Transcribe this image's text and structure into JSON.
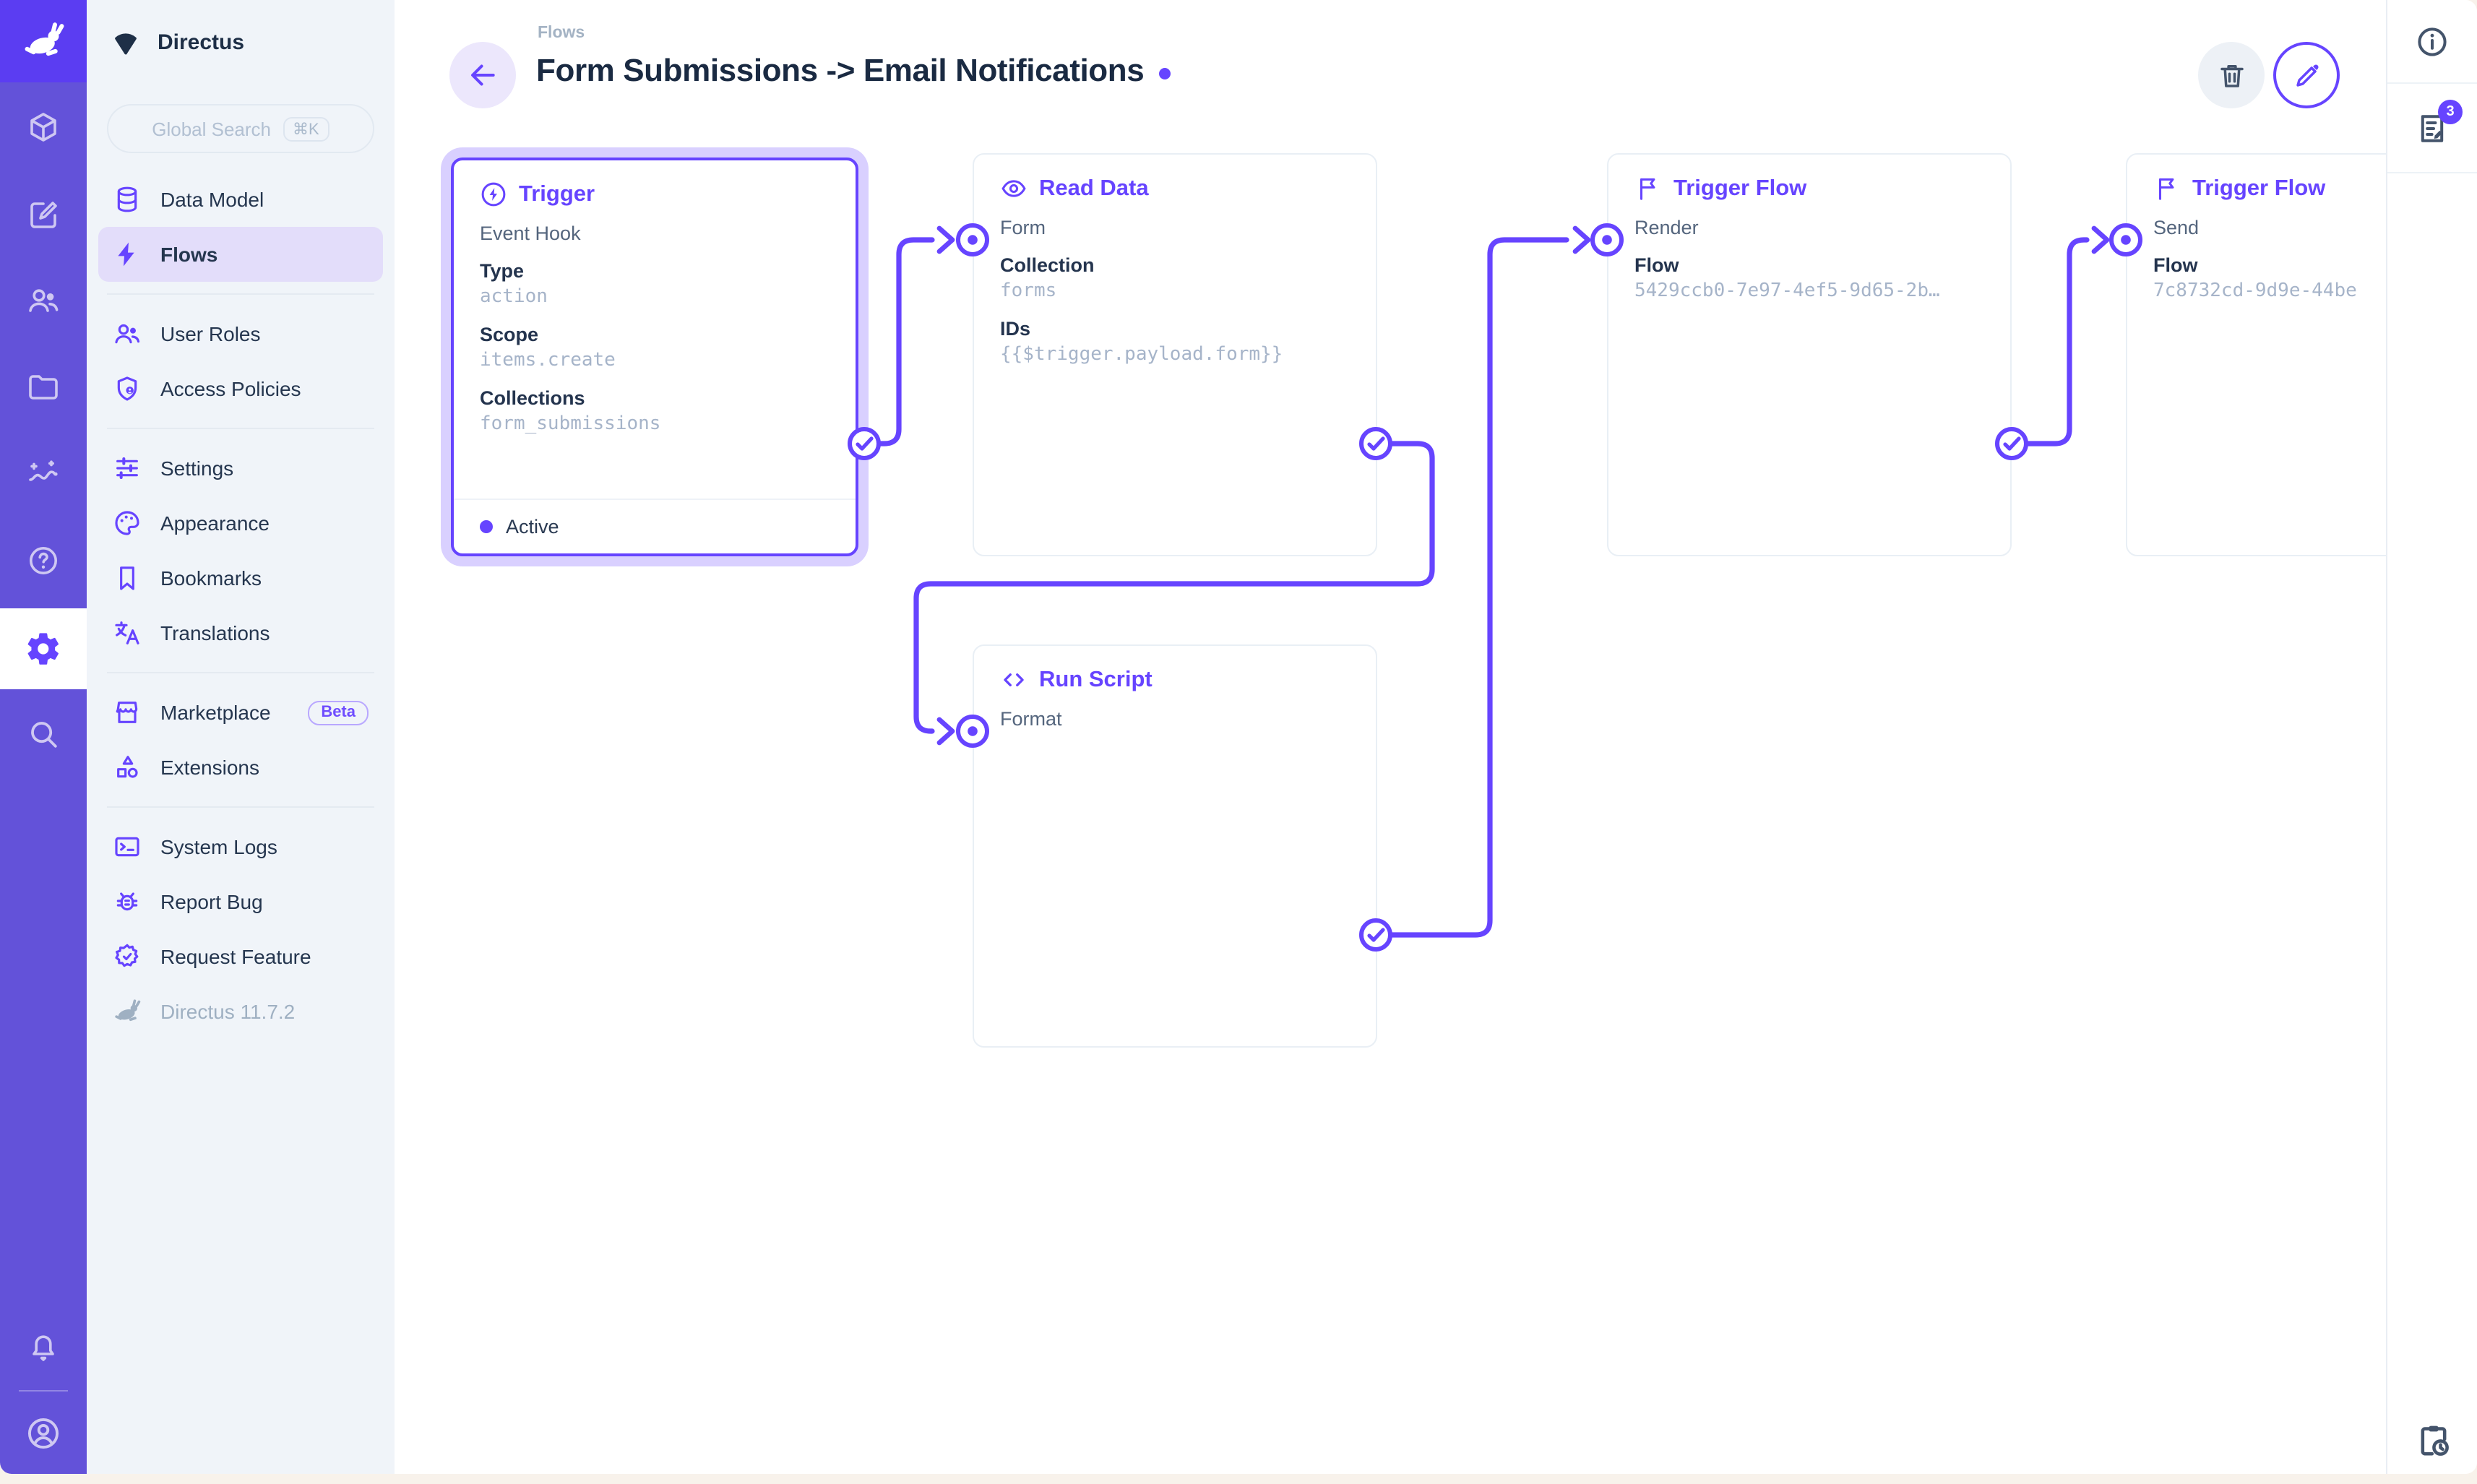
{
  "app": {
    "project_name": "Directus",
    "version": "Directus 11.7.2"
  },
  "colors": {
    "accent": "#6644FF",
    "module_bar_bg": "#6352D9",
    "logo_tile_bg": "#5B3DF2",
    "nav_bg": "#F0F4F9",
    "nav_active_bg": "#E3DDFA",
    "canvas_bg": "#FFFFFF",
    "selection_halo": "rgba(102,68,255,0.25)",
    "label_text": "#24344E",
    "value_text": "#A6B4C9",
    "page_bg": "#F8F2EB",
    "badge_bg": "#6644FF"
  },
  "module_bar": {
    "items": [
      "directus-logo",
      "box",
      "edit",
      "users",
      "folder",
      "insights",
      "help",
      "settings",
      "search",
      "notifications",
      "account"
    ],
    "active_item": "settings"
  },
  "nav": {
    "search": {
      "placeholder": "Global Search",
      "kbd": "⌘K"
    },
    "sections": [
      [
        {
          "icon": "database-icon",
          "label": "Data Model",
          "active": false
        },
        {
          "icon": "bolt-icon",
          "label": "Flows",
          "active": true
        }
      ],
      [
        {
          "icon": "users-icon",
          "label": "User Roles",
          "active": false
        },
        {
          "icon": "shield-lock-icon",
          "label": "Access Policies",
          "active": false
        }
      ],
      [
        {
          "icon": "tune-icon",
          "label": "Settings",
          "active": false
        },
        {
          "icon": "palette-icon",
          "label": "Appearance",
          "active": false
        },
        {
          "icon": "bookmark-icon",
          "label": "Bookmarks",
          "active": false
        },
        {
          "icon": "translate-icon",
          "label": "Translations",
          "active": false
        }
      ],
      [
        {
          "icon": "storefront-icon",
          "label": "Marketplace",
          "badge": "Beta",
          "active": false
        },
        {
          "icon": "extensions-icon",
          "label": "Extensions",
          "active": false
        }
      ],
      [
        {
          "icon": "terminal-icon",
          "label": "System Logs",
          "active": false
        },
        {
          "icon": "bug-icon",
          "label": "Report Bug",
          "active": false
        },
        {
          "icon": "seal-check-icon",
          "label": "Request Feature",
          "active": false
        }
      ]
    ],
    "footer": {
      "icon": "rabbit-icon",
      "label": "Directus 11.7.2"
    }
  },
  "header": {
    "breadcrumb": "Flows",
    "title": "Form Submissions -> Email Notifications"
  },
  "panels": {
    "trigger": {
      "title": "Trigger",
      "icon": "bolt-circle-icon",
      "name": "Event Hook",
      "fields": [
        {
          "label": "Type",
          "value": "action"
        },
        {
          "label": "Scope",
          "value": "items.create"
        },
        {
          "label": "Collections",
          "value": "form_submissions"
        }
      ],
      "status": "Active",
      "selected": true
    },
    "read_data": {
      "title": "Read Data",
      "icon": "eye-icon",
      "name": "Form",
      "fields": [
        {
          "label": "Collection",
          "value": "forms"
        },
        {
          "label": "IDs",
          "value": "{{$trigger.payload.form}}"
        }
      ]
    },
    "run_script": {
      "title": "Run Script",
      "icon": "code-icon",
      "name": "Format",
      "fields": []
    },
    "trigger_flow_render": {
      "title": "Trigger Flow",
      "icon": "flag-icon",
      "name": "Render",
      "fields": [
        {
          "label": "Flow",
          "value": "5429ccb0-7e97-4ef5-9d65-2b…"
        }
      ]
    },
    "trigger_flow_send": {
      "title": "Trigger Flow",
      "icon": "flag-icon",
      "name": "Send",
      "fields": [
        {
          "label": "Flow",
          "value": "7c8732cd-9d9e-44be"
        }
      ]
    }
  },
  "connections": [
    {
      "from": "trigger",
      "to": "read_data"
    },
    {
      "from": "read_data",
      "to": "run_script"
    },
    {
      "from": "run_script",
      "to": "trigger_flow_render"
    },
    {
      "from": "trigger_flow_render",
      "to": "trigger_flow_send"
    }
  ],
  "right_sidebar": {
    "badge": "3",
    "items": [
      "info",
      "logs",
      "clipboard-clock"
    ]
  },
  "icon_shapes": {
    "search-icon": "magnifier",
    "settings-icon": "gear",
    "bolt-icon": "lightning",
    "eye-icon": "eye",
    "flag-icon": "flag",
    "code-icon": "angle-brackets",
    "trash-icon": "trash-can",
    "pencil-icon": "pencil",
    "arrow-left-icon": "left-arrow",
    "info-icon": "circled-i",
    "clipboard-clock-icon": "clipboard-with-clock"
  }
}
